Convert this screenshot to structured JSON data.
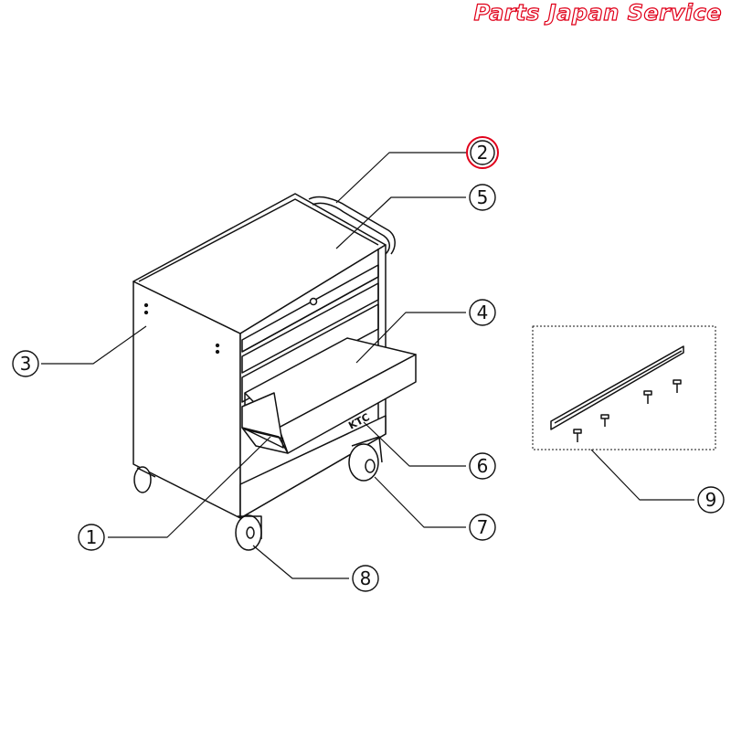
{
  "brand": {
    "text": "Parts Japan Service",
    "color": "#e0001a"
  },
  "drawer_logo": "KTC",
  "highlight_color": "#e0001a",
  "callouts": [
    {
      "id": "1",
      "text": "1",
      "highlighted": false
    },
    {
      "id": "2",
      "text": "2",
      "highlighted": true
    },
    {
      "id": "3",
      "text": "3",
      "highlighted": false
    },
    {
      "id": "4",
      "text": "4",
      "highlighted": false
    },
    {
      "id": "5",
      "text": "5",
      "highlighted": false
    },
    {
      "id": "6",
      "text": "6",
      "highlighted": false
    },
    {
      "id": "7",
      "text": "7",
      "highlighted": false
    },
    {
      "id": "8",
      "text": "8",
      "highlighted": false
    },
    {
      "id": "9",
      "text": "9",
      "highlighted": false
    }
  ]
}
